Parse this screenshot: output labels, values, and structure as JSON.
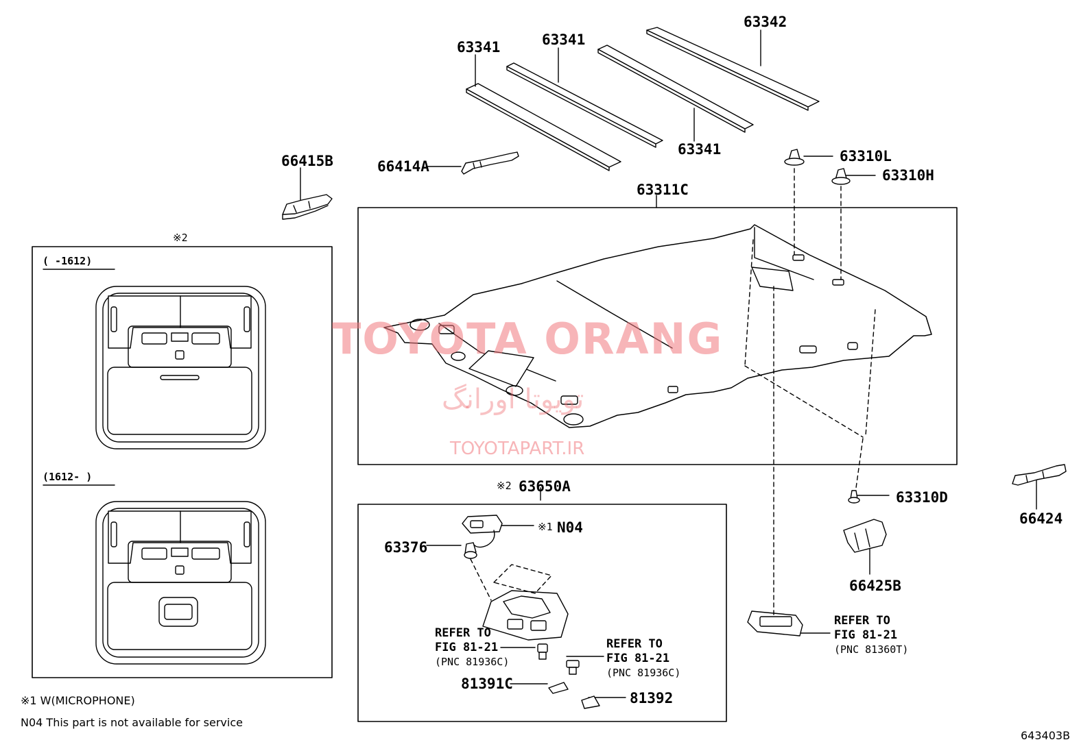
{
  "parts": {
    "p63342": "63342",
    "p63341_a": "63341",
    "p63341_b": "63341",
    "p63341_c": "63341",
    "p66415B": "66415B",
    "p66414A": "66414A",
    "p63310L": "63310L",
    "p63310H": "63310H",
    "p63311C": "63311C",
    "p63650A": "63650A",
    "p63310D": "63310D",
    "p66424": "66424",
    "p66425B": "66425B",
    "p63376": "63376",
    "pN04": "N04",
    "p81391C": "81391C",
    "p81392": "81392"
  },
  "markers": {
    "mark2_inset": "※2",
    "mark2_lamp": "※2",
    "mark1_n04": "※1"
  },
  "refs": {
    "refer_line": "REFER TO",
    "fig_line": "FIG 81-21",
    "pnc_81936C": "(PNC 81936C)",
    "pnc_81360T": "(PNC 81360T)"
  },
  "inset": {
    "range_before": "(    -1612)",
    "range_after": "(1612-    )"
  },
  "notes": {
    "note1": "※1 W(MICROPHONE)",
    "note2": "N04 This part is not available for service"
  },
  "figure_id": "643403B",
  "watermarks": {
    "brand": "TOYOTA ORANG",
    "persian": "تویوتا اورانگ",
    "site": "TOYOTAPART.IR"
  },
  "colors": {
    "line": "#000000",
    "watermark": "#f0787d"
  }
}
